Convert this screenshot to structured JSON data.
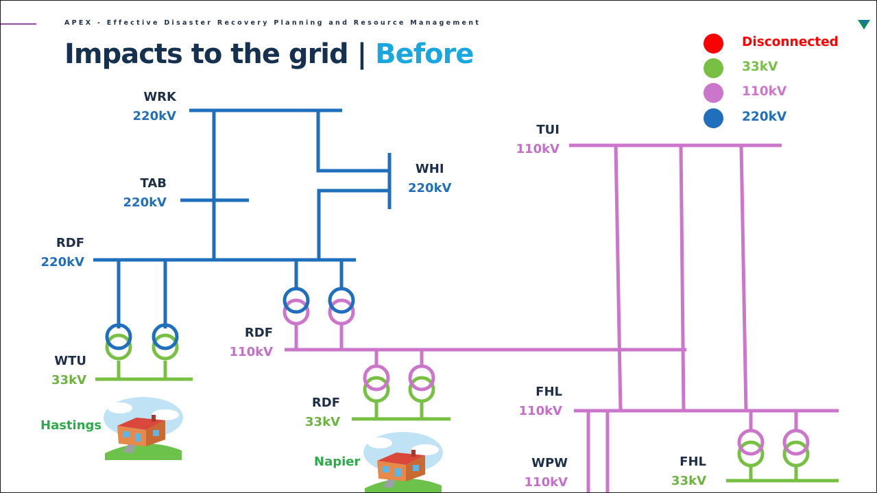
{
  "header": {
    "subtitle": "APEX - Effective Disaster Recovery Planning and Resource Management",
    "title_main": "Impacts to the grid |",
    "title_highlight": "Before"
  },
  "legend": [
    {
      "label": "Disconnected",
      "color": "#ff0000"
    },
    {
      "label": "33kV",
      "color": "#77c044"
    },
    {
      "label": "110kV",
      "color": "#cb75cb"
    },
    {
      "label": "220kV",
      "color": "#1f6fbd"
    }
  ],
  "colors": {
    "kv220": "#1f6fbd",
    "kv110": "#cb75cb",
    "kv33": "#77c044",
    "title": "#16304f",
    "accent": "#1aa7e0",
    "town": "#2eaa4a"
  },
  "substations": {
    "wrk": {
      "name": "WRK",
      "voltage": "220kV"
    },
    "tab": {
      "name": "TAB",
      "voltage": "220kV"
    },
    "whi": {
      "name": "WHI",
      "voltage": "220kV"
    },
    "rdf220": {
      "name": "RDF",
      "voltage": "220kV"
    },
    "wtu": {
      "name": "WTU",
      "voltage": "33kV"
    },
    "rdf110": {
      "name": "RDF",
      "voltage": "110kV"
    },
    "rdf33": {
      "name": "RDF",
      "voltage": "33kV"
    },
    "tui": {
      "name": "TUI",
      "voltage": "110kV"
    },
    "fhl110": {
      "name": "FHL",
      "voltage": "110kV"
    },
    "wpw": {
      "name": "WPW",
      "voltage": "110kV"
    },
    "fhl33": {
      "name": "FHL",
      "voltage": "33kV"
    }
  },
  "towns": {
    "hastings": "Hastings",
    "napier": "Napier"
  }
}
